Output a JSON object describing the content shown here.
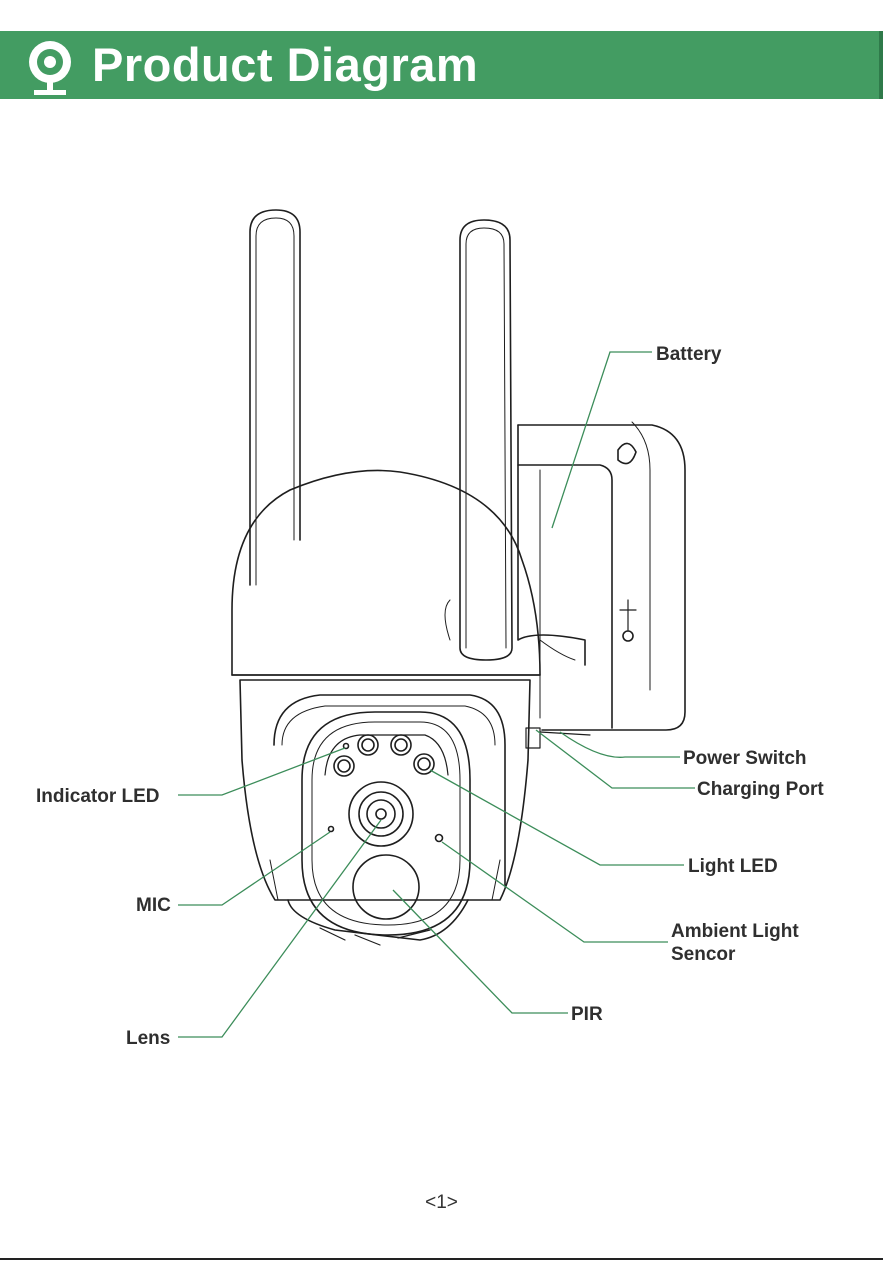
{
  "header": {
    "title": "Product Diagram",
    "background_color": "#439c62",
    "icon": "camera-icon"
  },
  "labels": {
    "battery": "Battery",
    "power_switch": "Power Switch",
    "charging_port": "Charging Port",
    "indicator_led": "Indicator LED",
    "light_led": "Light LED",
    "mic": "MIC",
    "ambient_light_sensor": "Ambient Light Sencor",
    "pir": "PIR",
    "lens": "Lens"
  },
  "leader_color": "#3c8d5a",
  "footer": {
    "page_number": "<1>"
  }
}
